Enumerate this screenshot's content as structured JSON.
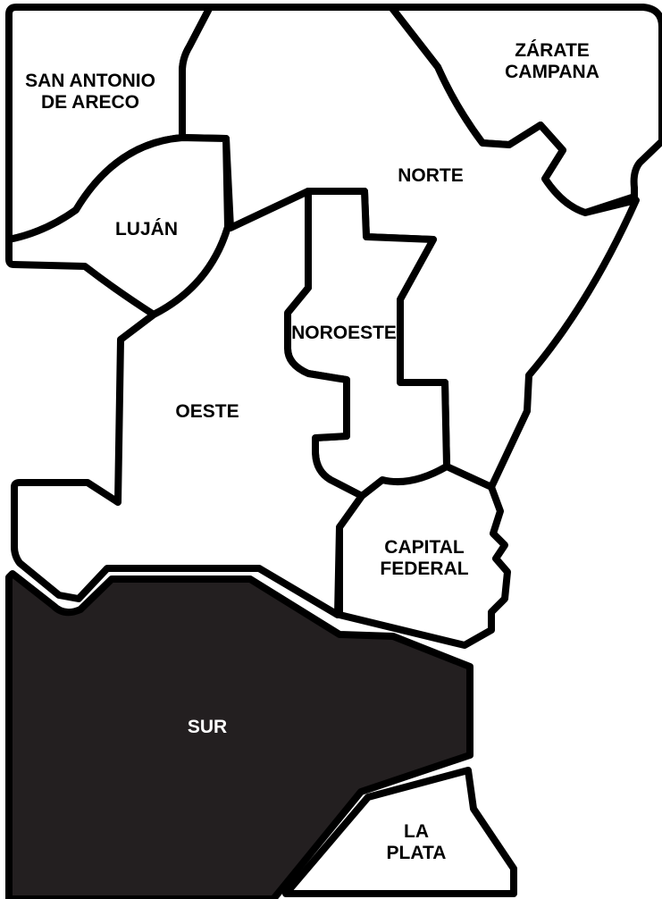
{
  "map": {
    "colors": {
      "region_fill": "#ffffff",
      "border": "#000000",
      "highlight_fill": "#231f20",
      "highlight_text": "#ffffff",
      "label_text": "#000000"
    },
    "regions": {
      "san_antonio_de_areco": {
        "line1": "SAN ANTONIO",
        "line2": "DE ARECO"
      },
      "zarate_campana": {
        "line1": "ZÁRATE",
        "line2": "CAMPANA"
      },
      "norte": {
        "label": "NORTE"
      },
      "lujan": {
        "label": "LUJÁN"
      },
      "noroeste": {
        "label": "NOROESTE"
      },
      "oeste": {
        "label": "OESTE"
      },
      "capital_federal": {
        "line1": "CAPITAL",
        "line2": "FEDERAL"
      },
      "sur": {
        "label": "SUR",
        "highlighted": true
      },
      "la_plata": {
        "line1": "LA",
        "line2": "PLATA"
      }
    }
  }
}
